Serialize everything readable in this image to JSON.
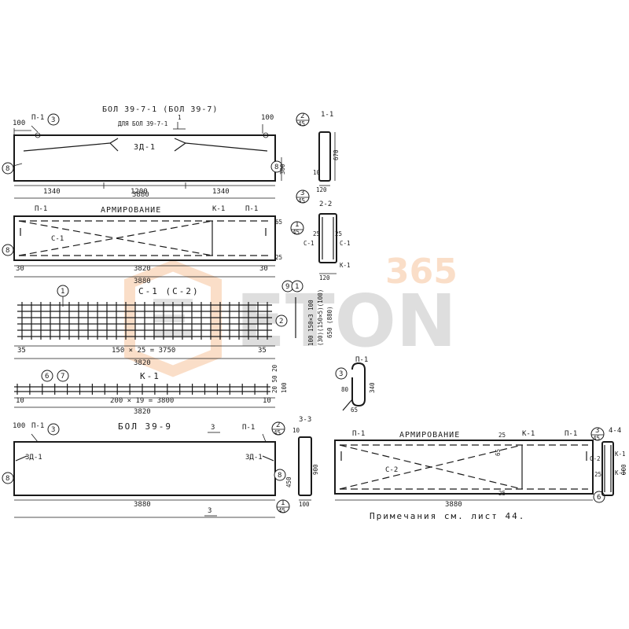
{
  "titles": {
    "main_top": "БОЛ 39-7-1 (БОЛ 39-7)",
    "for_variant": "ДЛЯ БОЛ 39-7-1",
    "reinforcement": "АРМИРОВАНИЕ",
    "mesh": "С-1 (С-2)",
    "frame": "К-1",
    "main_bottom": "БОЛ 39-9",
    "reinforcement2": "АРМИРОВАНИЕ",
    "note": "Примечания см. лист 44."
  },
  "labels": {
    "zd1": "ЗД-1",
    "p1": "П-1",
    "k1": "К-1",
    "c1": "С-1",
    "c2": "С-2",
    "sec11": "1-1",
    "sec22": "2-2",
    "sec33": "3-3",
    "sec44": "4-4",
    "mark1": "1",
    "mark3": "3"
  },
  "circles": {
    "c1": "1",
    "c2": "2",
    "c3": "3",
    "c6": "6",
    "c7": "7",
    "c8": "8",
    "c9": "9",
    "c45": "45"
  },
  "dims": {
    "d100": "100",
    "d1340": "1340",
    "d1200": "1200",
    "d3880": "3880",
    "d3820": "3820",
    "d30": "30",
    "d35": "35",
    "d10": "10",
    "d25": "25",
    "d65": "65",
    "d300": "300",
    "d670": "670",
    "d120": "120",
    "d150x25": "150 × 25 = 3750",
    "d200x19": "200 × 19 = 3800",
    "d1003100": "100 150×3 100",
    "d30150": "(30)(150×5)(100)",
    "d650": "650 (880)",
    "d2050": "20 50 20",
    "d80": "80",
    "d340": "340",
    "d450": "450",
    "d900": "900",
    "d45": "45"
  },
  "watermark": {
    "number": "365",
    "word": "ETON"
  }
}
